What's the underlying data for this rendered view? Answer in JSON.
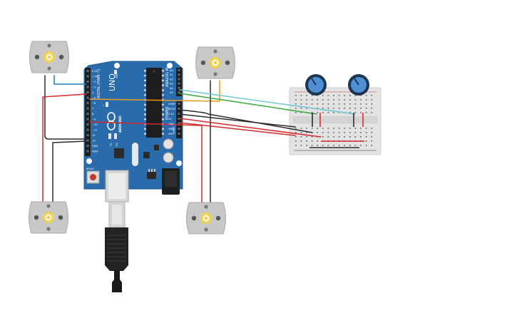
{
  "board": {
    "brand_label": "UNO",
    "maker_label": "ARDUINO",
    "digital_header_label": "DIGITAL (PWM ~)",
    "analog_header_label": "ANALOG IN",
    "power_header_label": "POWER",
    "reset_label": "RESET",
    "on_label": "ON",
    "tx_label": "TX",
    "rx_label": "RX",
    "l_label": "L",
    "ioref_label": "IOREF",
    "digital_pins": [
      "0 RX",
      "1 TX",
      "~2",
      "~3",
      "4",
      "~5",
      "~6",
      "7",
      "8",
      "~9",
      "~10",
      "~11",
      "12",
      "13",
      "GND",
      "AREF"
    ],
    "analog_pins": [
      "A0",
      "A1",
      "A2",
      "A3",
      "A4",
      "A5"
    ],
    "power_pins": [
      "IOREF",
      "RESET",
      "3.3V",
      "5V",
      "GND",
      "GND",
      "VIN"
    ]
  },
  "colors": {
    "board_blue": "#2a6bab",
    "motor_body": "#c8c8c8",
    "motor_hub": "#f2d24b",
    "wire_red": "#d42a2a",
    "wire_black": "#2b2b2b",
    "wire_blue": "#1c7fc4",
    "wire_orange": "#e89a1a",
    "wire_cyan": "#6cc6d6",
    "wire_green": "#37a83a",
    "pot_knob": "#4e8fd6",
    "breadboard": "#e3e3e3"
  },
  "components": {
    "motors": [
      "motor-top-left",
      "motor-top-right",
      "motor-bottom-left",
      "motor-bottom-right"
    ],
    "potentiometers": [
      "pot-left",
      "pot-right"
    ],
    "usb_cable": "usb-cable",
    "breadboard": "breadboard-mini"
  }
}
